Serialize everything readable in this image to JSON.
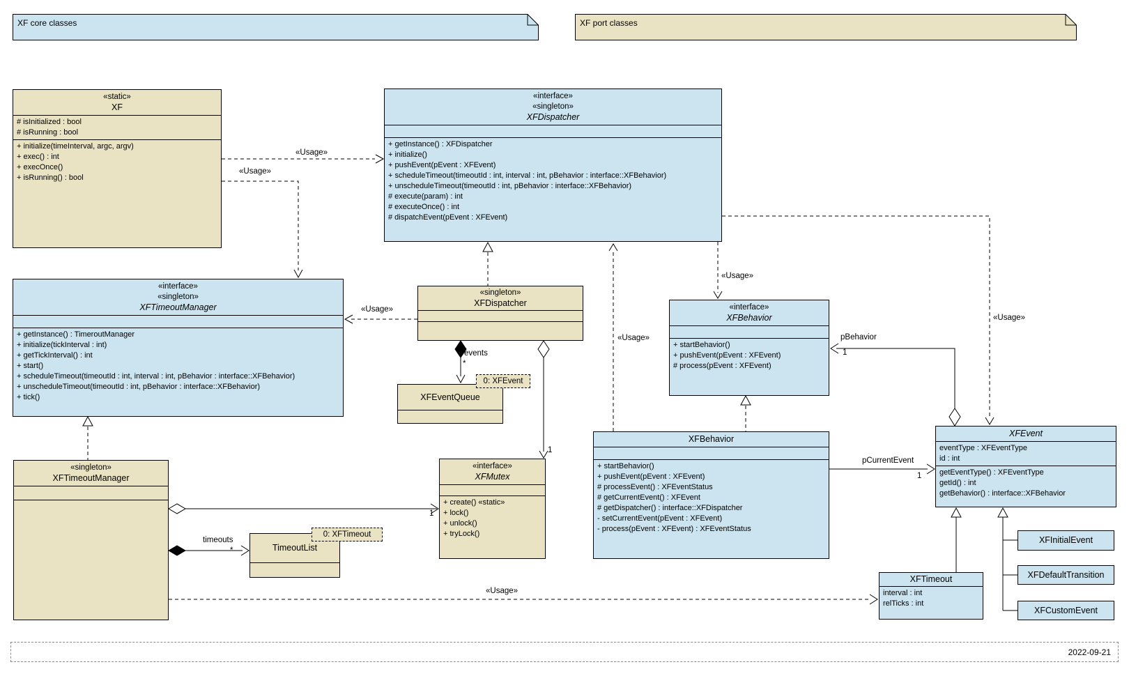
{
  "diagram": {
    "notes": {
      "core": "XF core classes",
      "port": "XF port classes"
    },
    "date": "2022-09-21",
    "colors": {
      "core_fill": "#cbe4f0",
      "port_fill": "#e9e3c3",
      "line": "#000000"
    }
  },
  "labels": {
    "usage": "«Usage»",
    "events": "events",
    "timeouts": "timeouts",
    "p_behavior": "pBehavior",
    "p_current_event": "pCurrentEvent",
    "one": "1",
    "many": "*"
  },
  "objects": {
    "xf_event": "0: XFEvent",
    "xf_timeout": "0: XFTimeout"
  },
  "classes": {
    "xf": {
      "stereotypes": [
        "«static»"
      ],
      "name": "XF",
      "attributes": [
        "# isInitialized : bool",
        "# isRunning : bool"
      ],
      "methods": [
        "+ initialize(timeInterval, argc, argv)",
        "+ exec() : int",
        "+ execOnce()",
        "+ isRunning() : bool"
      ]
    },
    "xf_dispatcher_interface": {
      "stereotypes": [
        "«interface»",
        "«singleton»"
      ],
      "name": "XFDispatcher",
      "methods": [
        "+ getInstance() : XFDispatcher",
        "+ initialize()",
        "+ pushEvent(pEvent : XFEvent)",
        "+ scheduleTimeout(timeoutId : int, interval : int, pBehavior : interface::XFBehavior)",
        "+ unscheduleTimeout(timeoutId : int, pBehavior : interface::XFBehavior)",
        "# execute(param) : int",
        "# executeOnce() : int",
        "# dispatchEvent(pEvent : XFEvent)"
      ]
    },
    "xf_timeout_manager_interface": {
      "stereotypes": [
        "«interface»",
        "«singleton»"
      ],
      "name": "XFTimeoutManager",
      "methods": [
        "+ getInstance() : TimeroutManager",
        "+ initialize(tickInterval : int)",
        "+ getTickInterval() : int",
        "+ start()",
        "+ scheduleTimeout(timeoutId : int, interval : int, pBehavior : interface::XFBehavior)",
        "+ unscheduleTimeout(timeoutId : int, pBehavior : interface::XFBehavior)",
        "+ tick()"
      ]
    },
    "xf_dispatcher_singleton": {
      "stereotypes": [
        "«singleton»"
      ],
      "name": "XFDispatcher"
    },
    "xf_event_queue": {
      "name": "XFEventQueue"
    },
    "xf_behavior_interface": {
      "stereotypes": [
        "«interface»"
      ],
      "name": "XFBehavior",
      "methods": [
        "+ startBehavior()",
        "+ pushEvent(pEvent : XFEvent)",
        "# process(pEvent : XFEvent)"
      ]
    },
    "xf_behavior": {
      "name": "XFBehavior",
      "methods": [
        "+ startBehavior()",
        "+ pushEvent(pEvent : XFEvent)",
        "# processEvent() : XFEventStatus",
        "# getCurrentEvent() : XFEvent",
        "# getDispatcher() : interface::XFDispatcher",
        "- setCurrentEvent(pEvent : XFEvent)",
        "- process(pEvent : XFEvent) : XFEventStatus"
      ]
    },
    "xf_mutex": {
      "stereotypes": [
        "«interface»"
      ],
      "name": "XFMutex",
      "methods": [
        "+ create() «static»",
        "+ lock()",
        "+ unlock()",
        "+ tryLock()"
      ]
    },
    "xf_event": {
      "name": "XFEvent",
      "attributes": [
        "eventType : XFEventType",
        "id : int"
      ],
      "methods": [
        "getEventType() : XFEventType",
        "getId() : int",
        "getBehavior() : interface::XFBehavior"
      ]
    },
    "xf_timeout_manager_singleton": {
      "stereotypes": [
        "«singleton»"
      ],
      "name": "XFTimeoutManager"
    },
    "timeout_list": {
      "name": "TimeoutList"
    },
    "xf_timeout": {
      "name": "XFTimeout",
      "attributes": [
        "interval : int",
        "relTicks : int"
      ]
    },
    "xf_initial_event": {
      "name": "XFInitialEvent"
    },
    "xf_default_transition": {
      "name": "XFDefaultTransition"
    },
    "xf_custom_event": {
      "name": "XFCustomEvent"
    }
  }
}
